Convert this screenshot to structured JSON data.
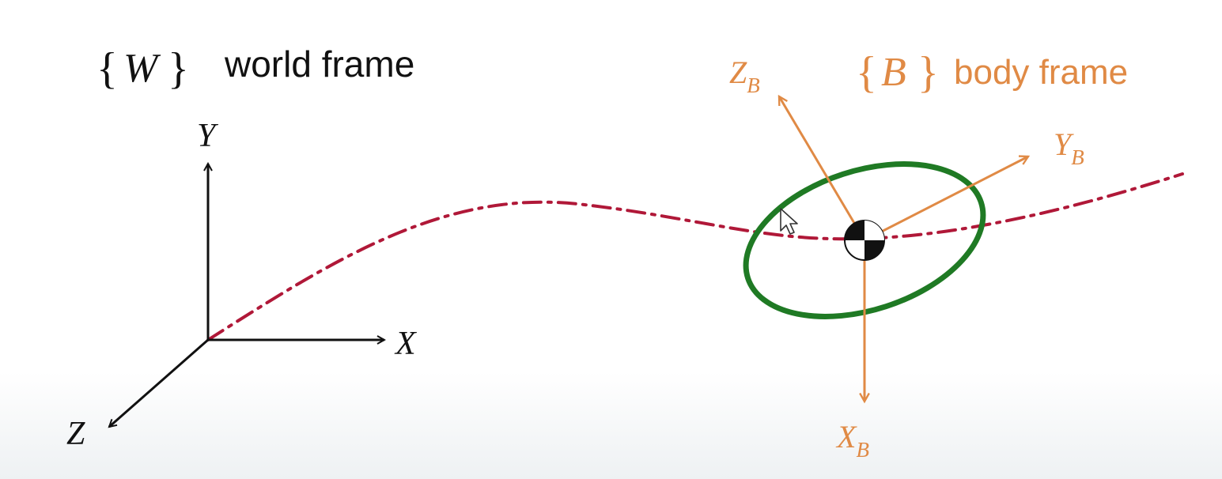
{
  "world": {
    "symbol_open": "{",
    "symbol_letter": "W",
    "symbol_close": "}",
    "caption": "world frame",
    "axes": {
      "x": "X",
      "y": "Y",
      "z": "Z"
    }
  },
  "body": {
    "symbol_open": "{",
    "symbol_letter": "B",
    "symbol_close": "}",
    "caption": "body frame",
    "axes": {
      "x": {
        "letter": "X",
        "sub": "B"
      },
      "y": {
        "letter": "Y",
        "sub": "B"
      },
      "z": {
        "letter": "Z",
        "sub": "B"
      }
    }
  },
  "colors": {
    "world_axes": "#111111",
    "body_axes": "#e08a45",
    "trajectory": "#b01838",
    "rotor_ring": "#1f7a24",
    "center_marker_dark": "#111111",
    "center_marker_light": "#ffffff"
  },
  "icons": [
    "center-of-mass-icon",
    "mouse-cursor-icon"
  ]
}
